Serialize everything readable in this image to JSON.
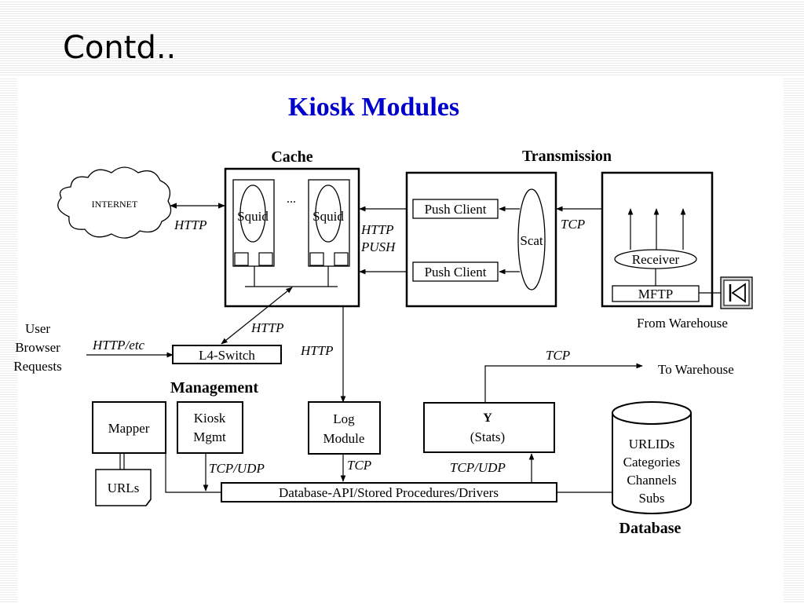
{
  "slide": {
    "title": "Contd.."
  },
  "diagram": {
    "title": "Kiosk Modules",
    "sections": {
      "cache": "Cache",
      "transmission": "Transmission",
      "management": "Management",
      "database": "Database"
    },
    "nodes": {
      "internet": "INTERNET",
      "squid_1": "Squid",
      "squid_2": "Squid",
      "ellipsis": "...",
      "push_client_1": "Push Client",
      "push_client_2": "Push Client",
      "scat": "Scat",
      "receiver": "Receiver",
      "mftp": "MFTP",
      "from_warehouse": "From Warehouse",
      "to_warehouse": "To Warehouse",
      "user_requests": [
        "User",
        "Browser",
        "Requests"
      ],
      "l4_switch": "L4-Switch",
      "mapper": "Mapper",
      "kiosk_mgmt": [
        "Kiosk",
        "Mgmt"
      ],
      "urls": "URLs",
      "log_module": [
        "Log",
        "Module"
      ],
      "stats": [
        "Y",
        "(Stats)"
      ],
      "db_api": "Database-API/Stored Procedures/Drivers",
      "db_contents": [
        "URLIDs",
        "Categories",
        "Channels",
        "Subs"
      ]
    },
    "edge_labels": {
      "internet_http": "HTTP",
      "http_push": [
        "HTTP",
        "PUSH"
      ],
      "transmission_tcp": "TCP",
      "switch_http": "HTTP",
      "user_http_etc": "HTTP/etc",
      "log_http": "HTTP",
      "warehouse_tcp": "TCP",
      "mgmt_tcp_udp": "TCP/UDP",
      "log_tcp": "TCP",
      "stats_tcp_udp": "TCP/UDP"
    }
  }
}
